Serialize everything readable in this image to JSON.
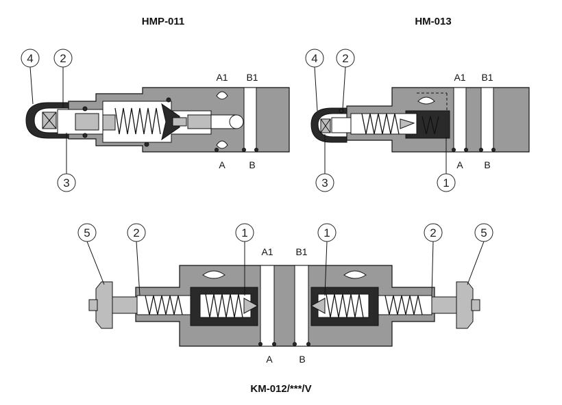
{
  "titles": {
    "top_left": "HMP-011",
    "top_right": "HM-013",
    "bottom": "KM-012/***/V"
  },
  "ports": {
    "a1": "A1",
    "b1": "B1",
    "a": "A",
    "b": "B"
  },
  "callouts": {
    "n1": "1",
    "n2": "2",
    "n3": "3",
    "n4": "4",
    "n5": "5"
  }
}
